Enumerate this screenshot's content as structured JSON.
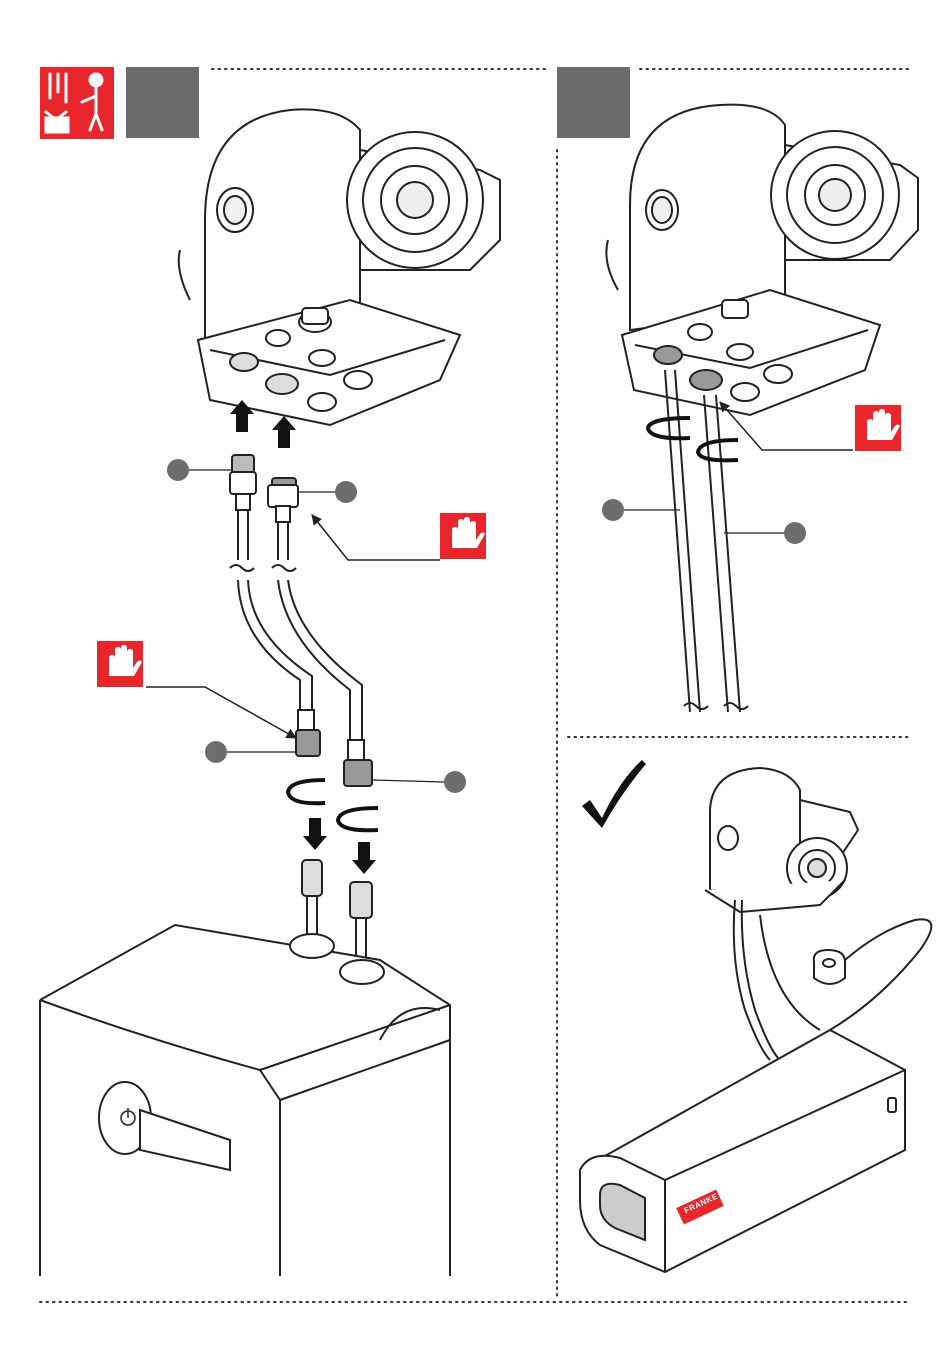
{
  "page": {
    "panels": [
      {
        "id": "left",
        "step_box": true,
        "icons": [
          "tools-installer-icon"
        ]
      },
      {
        "id": "top-right",
        "step_box": true
      },
      {
        "id": "bottom-right",
        "check": true
      }
    ]
  },
  "colors": {
    "step_box": "#6b6b6b",
    "warning_red": "#e8262b",
    "line": "#222222",
    "callout_dot": "#6d6d6d",
    "dots": "#333333",
    "check": "#111111"
  },
  "icons": {
    "tools_installer": "tools-installer-icon",
    "stop_hand": "stop-hand-icon",
    "check": "checkmark-icon",
    "power": "power-icon"
  },
  "brand": {
    "logo_text": "FRANKE"
  }
}
